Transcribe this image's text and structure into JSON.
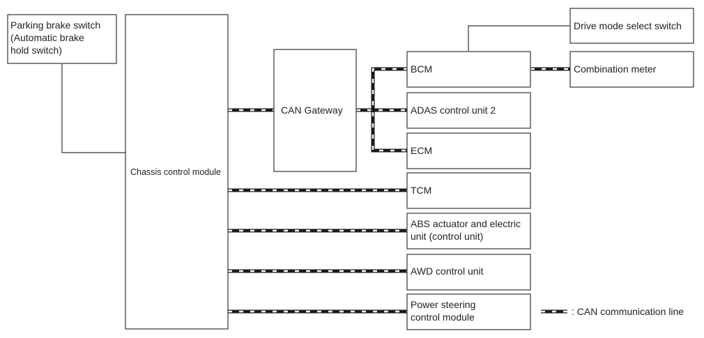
{
  "diagram": {
    "nodes": {
      "parking_brake": "Parking brake switch\n(Automatic brake\nhold switch)",
      "chassis": "Chassis control module",
      "gateway": "CAN Gateway",
      "drive_mode": "Drive mode select switch",
      "bcm": "BCM",
      "combination_meter": "Combination meter",
      "adas": "ADAS control unit 2",
      "ecm": "ECM",
      "tcm": "TCM",
      "abs": "ABS actuator and electric\nunit (control unit)",
      "awd": "AWD control unit",
      "power_steering": "Power steering\ncontrol module"
    },
    "legend": {
      "can_line": ": CAN communication line"
    },
    "connections": [
      {
        "from": "parking_brake",
        "to": "chassis",
        "type": "wire"
      },
      {
        "from": "chassis",
        "to": "gateway",
        "type": "can"
      },
      {
        "from": "gateway",
        "to": "bcm",
        "type": "can"
      },
      {
        "from": "gateway",
        "to": "adas",
        "type": "can"
      },
      {
        "from": "gateway",
        "to": "ecm",
        "type": "can"
      },
      {
        "from": "bcm",
        "to": "drive_mode",
        "type": "wire"
      },
      {
        "from": "bcm",
        "to": "combination_meter",
        "type": "can"
      },
      {
        "from": "chassis",
        "to": "tcm",
        "type": "can"
      },
      {
        "from": "chassis",
        "to": "abs",
        "type": "can"
      },
      {
        "from": "chassis",
        "to": "awd",
        "type": "can"
      },
      {
        "from": "chassis",
        "to": "power_steering",
        "type": "can"
      }
    ]
  }
}
